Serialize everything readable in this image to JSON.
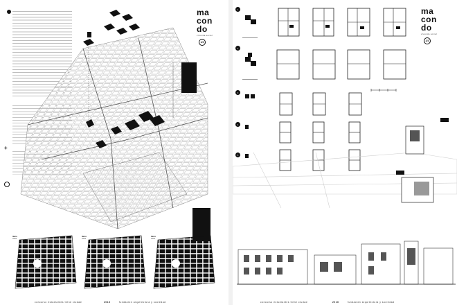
{
  "boardA": {
    "logo_lines": [
      "ma",
      "con",
      "do"
    ],
    "logo_sub": "vivienda social",
    "page_badge": "1/3",
    "footer_left": "concurso estudiantes tiene ciudad",
    "footer_mid": "2016",
    "footer_right": "fundación arquitectura y sociedad",
    "plan_labels": [
      {
        "title": "lleno",
        "sub": "vacío"
      },
      {
        "title": "lleno",
        "sub": "vacío"
      },
      {
        "title": "lleno",
        "sub": "vacío"
      }
    ],
    "callouts": [
      {
        "title": "",
        "text": ""
      }
    ]
  },
  "boardB": {
    "logo_lines": [
      "ma",
      "con",
      "do"
    ],
    "logo_sub": "vivienda social",
    "page_badge": "2/3",
    "footer_left": "concurso estudiantes tiene ciudad",
    "footer_mid": "2016",
    "footer_right": "fundación arquitectura y sociedad"
  },
  "colors": {
    "ink": "#111111",
    "paper": "#ffffff",
    "hatch": "#cfcfcf"
  },
  "icons": [
    "north-arrow-icon",
    "compass-icon",
    "step-badge-icon",
    "plus-icon"
  ]
}
